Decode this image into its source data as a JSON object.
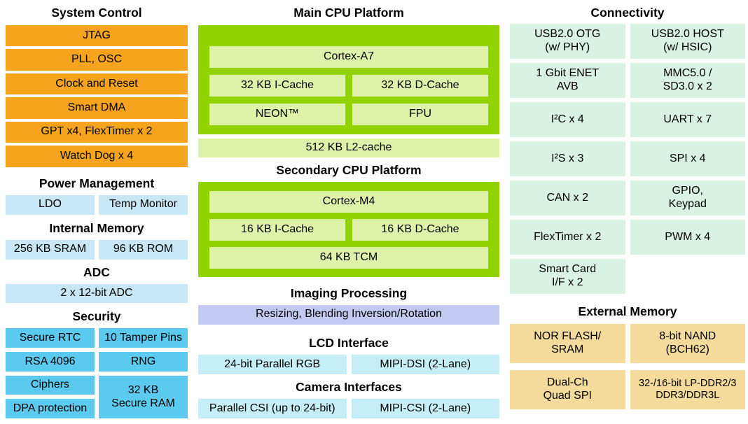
{
  "colors": {
    "orange": "#F6A41D",
    "pale_blue": "#C8E7F6",
    "sky_blue": "#5CC9EF",
    "green": "#92D400",
    "pale_green": "#DFF2A9",
    "mint": "#D8F2E4",
    "lavender": "#C4CAF2",
    "pale_cyan": "#C6EEF9",
    "tan": "#F5DB9B"
  },
  "left": {
    "system_control": {
      "title": "System Control",
      "rows": [
        "JTAG",
        "PLL, OSC",
        "Clock and Reset",
        "Smart DMA",
        "GPT x4, FlexTimer x 2",
        "Watch Dog x 4"
      ]
    },
    "power_management": {
      "title": "Power Management",
      "cells": [
        "LDO",
        "Temp Monitor"
      ]
    },
    "internal_memory": {
      "title": "Internal Memory",
      "cells": [
        "256 KB SRAM",
        "96 KB ROM"
      ]
    },
    "adc": {
      "title": "ADC",
      "cell": "2 x 12-bit ADC"
    },
    "security": {
      "title": "Security",
      "row1": [
        "Secure RTC",
        "10 Tamper Pins"
      ],
      "row2": [
        "RSA 4096",
        "RNG"
      ],
      "col_left": [
        "Ciphers",
        "DPA protection"
      ],
      "span_cell": "32 KB\nSecure RAM"
    }
  },
  "middle": {
    "main_cpu": {
      "title": "Main CPU Platform",
      "core": "Cortex-A7",
      "cache": [
        "32 KB I-Cache",
        "32 KB D-Cache"
      ],
      "units": [
        "NEON™",
        "FPU"
      ],
      "l2_cache": "512 KB L2-cache"
    },
    "secondary_cpu": {
      "title": "Secondary CPU Platform",
      "core": "Cortex-M4",
      "cache": [
        "16 KB I-Cache",
        "16 KB D-Cache"
      ],
      "tcm": "64 KB TCM"
    },
    "imaging": {
      "title": "Imaging Processing",
      "cell": "Resizing, Blending Inversion/Rotation"
    },
    "lcd": {
      "title": "LCD Interface",
      "cells": [
        "24-bit Parallel RGB",
        "MIPI-DSI (2-Lane)"
      ]
    },
    "camera": {
      "title": "Camera Interfaces",
      "cells": [
        "Parallel CSI (up to 24-bit)",
        "MIPI-CSI (2-Lane)"
      ]
    }
  },
  "right": {
    "connectivity": {
      "title": "Connectivity",
      "rows": [
        [
          "USB2.0 OTG\n(w/ PHY)",
          "USB2.0 HOST\n(w/ HSIC)"
        ],
        [
          "1 Gbit ENET\nAVB",
          "MMC5.0 /\nSD3.0 x 2"
        ],
        [
          "I²C x 4",
          "UART x 7"
        ],
        [
          "I²S x 3",
          "SPI x 4"
        ],
        [
          "CAN x 2",
          "GPIO,\nKeypad"
        ],
        [
          "FlexTimer x 2",
          "PWM x 4"
        ],
        [
          "Smart Card\nI/F x 2",
          ""
        ]
      ]
    },
    "external_memory": {
      "title": "External Memory",
      "rows": [
        [
          "NOR FLASH/\nSRAM",
          "8-bit NAND\n(BCH62)"
        ],
        [
          "Dual-Ch\nQuad SPI",
          "32-/16-bit LP-DDR2/3\nDDR3/DDR3L"
        ]
      ]
    }
  }
}
